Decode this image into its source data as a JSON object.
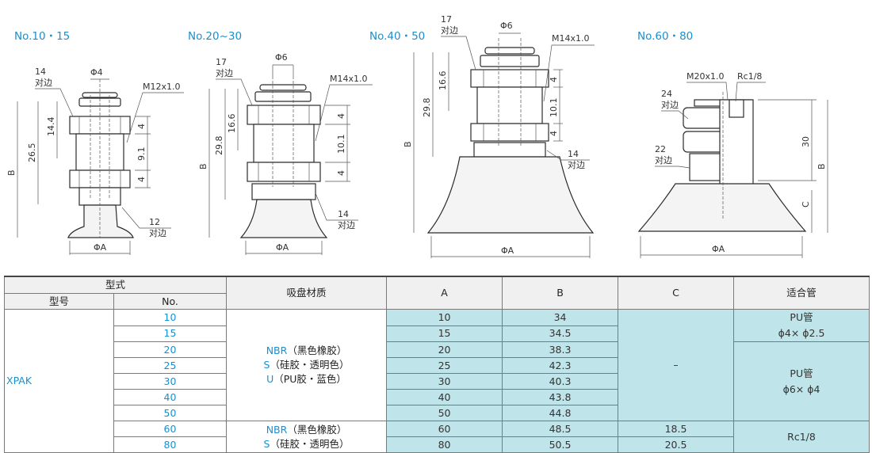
{
  "drawings": {
    "d1": {
      "title": "No.10・15",
      "hex_top_label": "14",
      "hex_top_sub": "对边",
      "bore": "Φ4",
      "thread": "M12x1.0",
      "dim_total": "26.5",
      "dim_mid": "14.4",
      "dim_nut1": "4",
      "dim_body": "9.1",
      "dim_nut2": "4",
      "dim_b": "B",
      "hex_bot_label": "12",
      "hex_bot_sub": "对边",
      "dim_a": "ΦA"
    },
    "d2": {
      "title": "No.20~30",
      "hex_top_label": "17",
      "hex_top_sub": "对边",
      "bore": "Φ6",
      "thread": "M14x1.0",
      "dim_total": "29.8",
      "dim_mid": "16.6",
      "dim_nut1": "4",
      "dim_body": "10.1",
      "dim_nut2": "4",
      "dim_b": "B",
      "hex_bot_label": "14",
      "hex_bot_sub": "对边",
      "dim_a": "ΦA"
    },
    "d3": {
      "title": "No.40・50",
      "hex_top_label": "17",
      "hex_top_sub": "对边",
      "bore": "Φ6",
      "thread": "M14x1.0",
      "dim_total": "29.8",
      "dim_mid": "16.6",
      "dim_nut1": "4",
      "dim_body": "10.1",
      "dim_nut2": "4",
      "dim_b": "B",
      "hex_bot_label": "14",
      "hex_bot_sub": "对边",
      "dim_a": "ΦA"
    },
    "d4": {
      "title": "No.60・80",
      "thread": "M20x1.0",
      "port": "Rc1/8",
      "hex_top_label": "24",
      "hex_top_sub": "对边",
      "hex_bot_label": "22",
      "hex_bot_sub": "对边",
      "dim_30": "30",
      "dim_b": "B",
      "dim_c": "C",
      "dim_a": "ΦA"
    }
  },
  "table": {
    "headers": {
      "type": "型式",
      "model": "型号",
      "no": "No.",
      "material": "吸盘材质",
      "a": "A",
      "b": "B",
      "c": "C",
      "tube": "适合管"
    },
    "model_name": "XPAK",
    "material_group1": [
      {
        "code": "NBR",
        "desc": "（黑色橡胶）"
      },
      {
        "code": "S",
        "desc": "（硅胶・透明色）"
      },
      {
        "code": "U",
        "desc": "（PU胶・蓝色）"
      }
    ],
    "material_group2": [
      {
        "code": "NBR",
        "desc": "（黑色橡胶）"
      },
      {
        "code": "S",
        "desc": "（硅胶・透明色）"
      }
    ],
    "c_dash": "–",
    "tube_group1": {
      "line1": "PU管",
      "line2": "ϕ4× ϕ2.5"
    },
    "tube_group2": {
      "line1": "PU管",
      "line2": "ϕ6× ϕ4"
    },
    "tube_group3": "Rc1/8",
    "rows": [
      {
        "no": "10",
        "a": "10",
        "b": "34"
      },
      {
        "no": "15",
        "a": "15",
        "b": "34.5"
      },
      {
        "no": "20",
        "a": "20",
        "b": "38.3"
      },
      {
        "no": "25",
        "a": "25",
        "b": "42.3"
      },
      {
        "no": "30",
        "a": "30",
        "b": "40.3"
      },
      {
        "no": "40",
        "a": "40",
        "b": "43.8"
      },
      {
        "no": "50",
        "a": "50",
        "b": "44.8"
      },
      {
        "no": "60",
        "a": "60",
        "b": "48.5",
        "c": "18.5"
      },
      {
        "no": "80",
        "a": "80",
        "b": "50.5",
        "c": "20.5"
      }
    ]
  }
}
